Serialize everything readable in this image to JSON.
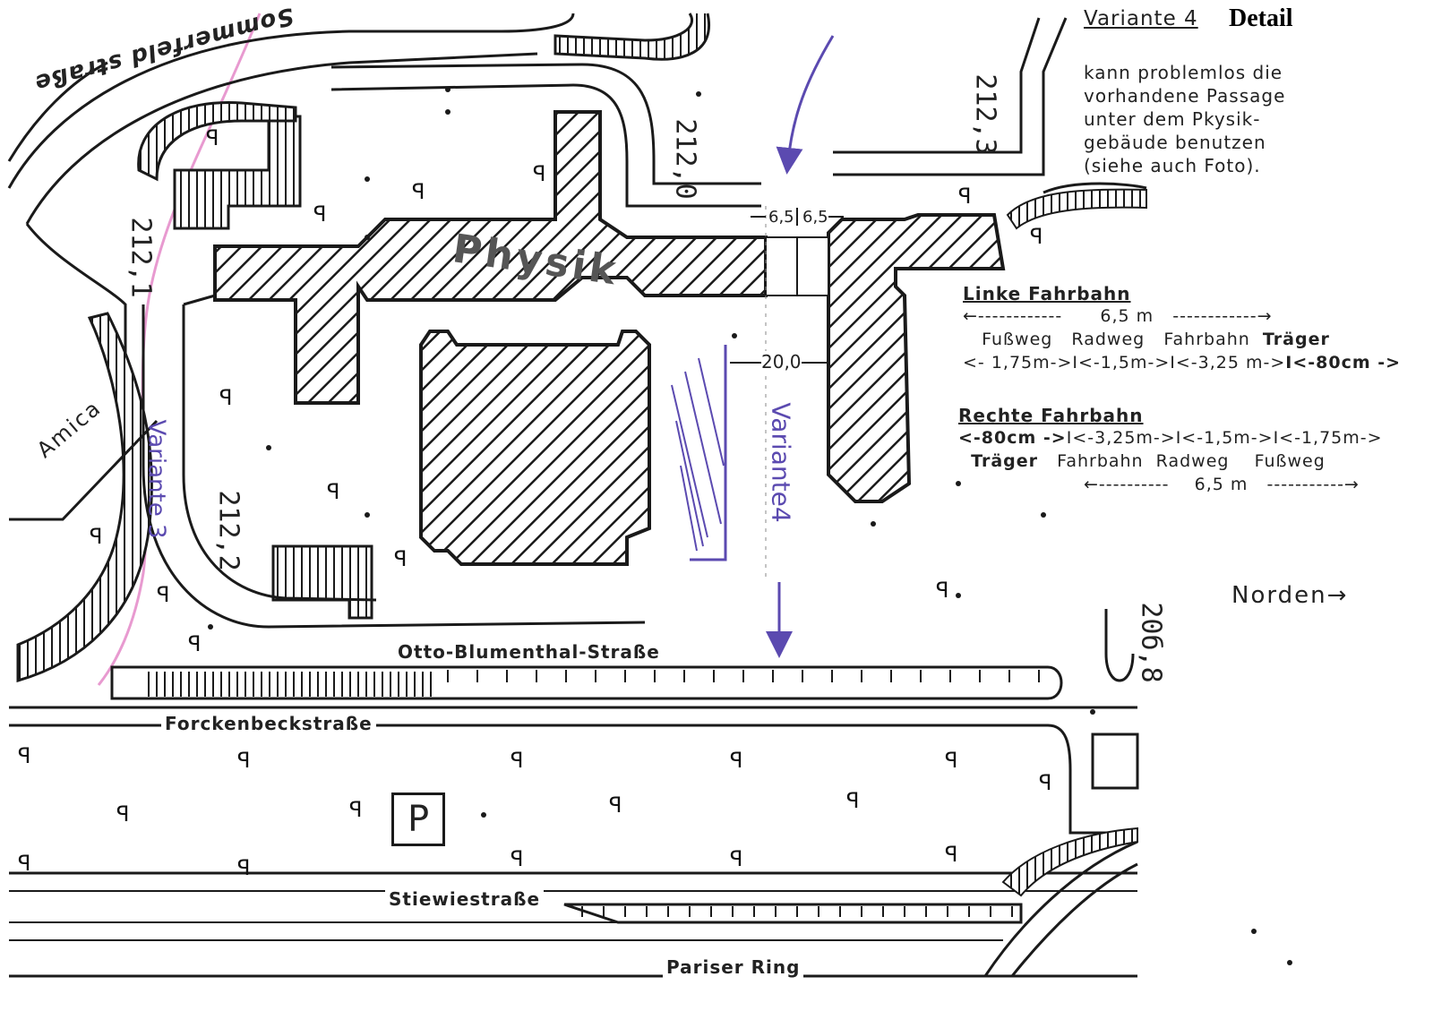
{
  "header": {
    "variant_title": "Variante 4",
    "detail_label": "Detail"
  },
  "note": {
    "lines": [
      "kann problemlos die",
      "vorhandene Passage",
      "unter dem Pkysik-",
      "gebäude benutzen",
      "(siehe auch Foto)."
    ]
  },
  "legend_left": {
    "title": "Linke Fahrbahn",
    "width_row": "←------------      6,5 m   ------------→",
    "parts_row": "Fußweg   Radweg   Fahrbahn",
    "traeger": "Träger",
    "dims_row": "<- 1,75m->I<-1,5m->I<-3,25 m->",
    "dims_bold": "I<-80cm ->"
  },
  "legend_right": {
    "title": "Rechte Fahrbahn",
    "dims_bold": "<-80cm ->",
    "dims_row": "I<-3,25m->I<-1,5m->I<-1,75m->",
    "traeger": "Träger",
    "parts_row": "   Fahrbahn  Radweg    Fußweg",
    "width_row": "←----------    6,5 m   -----------→"
  },
  "compass": "Norden→",
  "streets": {
    "sommerfeld": "Sommerfeld straße",
    "otto": "Otto-Blumenthal-Straße",
    "forcken": "Forckenbeckstraße",
    "stiewie": "Stiewiestraße",
    "pariser": "Pariser Ring"
  },
  "buildings": {
    "physik": "Physik",
    "amica": "Amica"
  },
  "numbers": {
    "n2120": "212,0",
    "n2121": "212,1",
    "n2122": "212,2",
    "n2123": "212,3",
    "n2006": "20б,8"
  },
  "dims": {
    "d1": "6,5",
    "d2": "6,5",
    "d3": "20,0"
  },
  "annotations": {
    "variante3": "Variante 3",
    "variante4": "Variante4"
  },
  "parking_sign": "P",
  "parking_glyph": "P",
  "colors": {
    "ink": "#1a1a1a",
    "violet": "#5b4ab0",
    "pink": "#e89ad0"
  }
}
